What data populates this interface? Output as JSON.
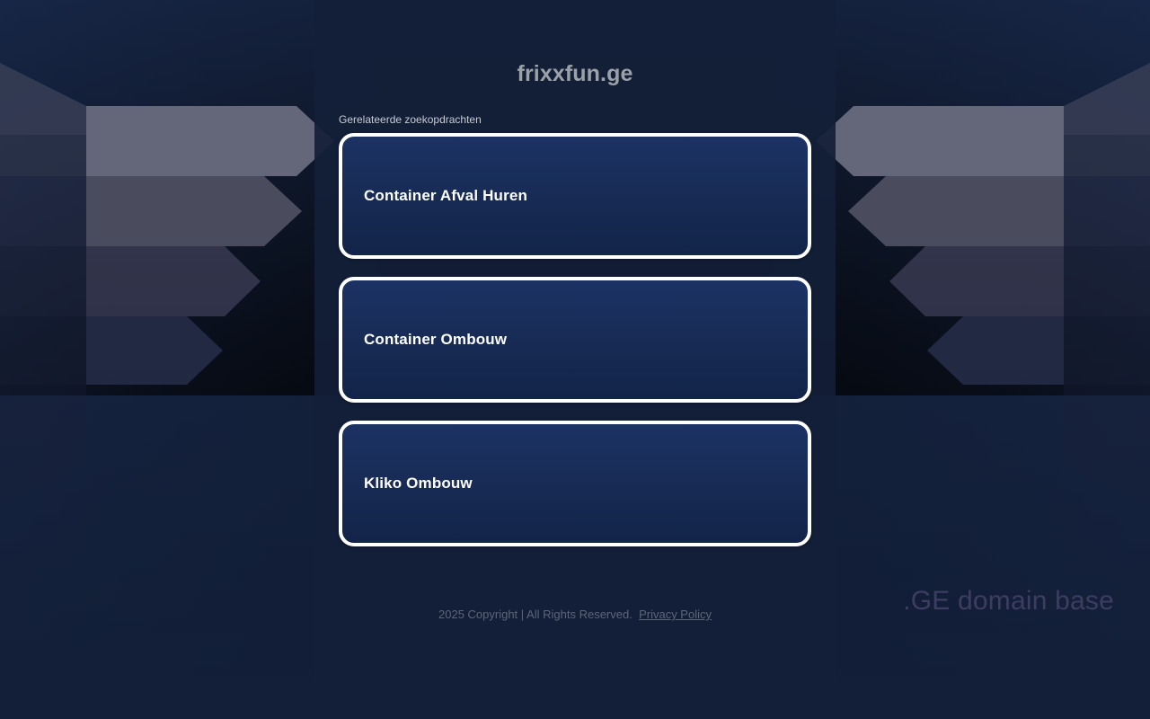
{
  "header": {
    "site_title": "frixxfun.ge"
  },
  "main": {
    "section_label": "Gerelateerde zoekopdrachten",
    "results": [
      {
        "title": "Container Afval Huren"
      },
      {
        "title": "Container Ombouw"
      },
      {
        "title": "Kliko Ombouw"
      }
    ]
  },
  "footer": {
    "copyright": "2025 Copyright | All Rights Reserved.",
    "privacy_link": "Privacy Policy"
  },
  "watermark": {
    "text": ".GE domain base"
  },
  "colors": {
    "page_background": "#131f38",
    "card_fill_top": "#1c3264",
    "card_fill_bottom": "#122449",
    "card_border": "#ffffff",
    "site_title": "#9ba1a9",
    "section_label": "#c7ccd6",
    "card_title": "#ffffff",
    "footer_text": "#5d6577",
    "watermark": "#3f3f63",
    "chevron_1": "#636779",
    "chevron_2": "#4a4c5e",
    "chevron_3": "#32344a",
    "chevron_4": "#242a43"
  }
}
